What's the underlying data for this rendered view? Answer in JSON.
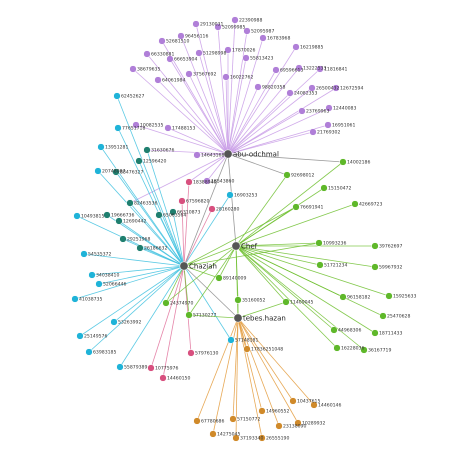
{
  "colors": {
    "background": "#ffffff",
    "edge_purple": "#c89be6",
    "edge_cyan": "#3fc1df",
    "edge_green": "#6fbf2f",
    "edge_orange": "#e39a3a",
    "edge_pink": "#e0709a",
    "edge_gray": "#888888",
    "node_purple": "#b07fd8",
    "node_cyan": "#1fb3d8",
    "node_teal": "#1f7f6f",
    "node_green": "#5fb82a",
    "node_orange": "#d08a2a",
    "node_pink": "#d8507f"
  },
  "hubs": [
    {
      "id": "h1",
      "label": "abu-odchmal"
    },
    {
      "id": "h2",
      "label": "Chaziah"
    },
    {
      "id": "h3",
      "label": "Chef"
    },
    {
      "id": "h4",
      "label": "tebes.hazan"
    }
  ],
  "nodes": [
    {
      "id": "p1",
      "label": "22390988",
      "color": "node_purple"
    },
    {
      "id": "p2",
      "label": "29130031",
      "color": "node_purple"
    },
    {
      "id": "p3",
      "label": "52099985",
      "color": "node_purple"
    },
    {
      "id": "p4",
      "label": "96456116",
      "color": "node_purple"
    },
    {
      "id": "p5",
      "label": "52681510",
      "color": "node_purple"
    },
    {
      "id": "p6",
      "label": "51298998",
      "color": "node_purple"
    },
    {
      "id": "p7",
      "label": "17870026",
      "color": "node_purple"
    },
    {
      "id": "p8",
      "label": "52095987",
      "color": "node_purple"
    },
    {
      "id": "p9",
      "label": "16783968",
      "color": "node_purple"
    },
    {
      "id": "p10",
      "label": "16219885",
      "color": "node_purple"
    },
    {
      "id": "p11",
      "label": "55813423",
      "color": "node_purple"
    },
    {
      "id": "p12",
      "label": "66330881",
      "color": "node_purple"
    },
    {
      "id": "p13",
      "label": "66653904",
      "color": "node_purple"
    },
    {
      "id": "p14",
      "label": "38679635",
      "color": "node_purple"
    },
    {
      "id": "p15",
      "label": "37567692",
      "color": "node_purple"
    },
    {
      "id": "p16",
      "label": "64061984",
      "color": "node_purple"
    },
    {
      "id": "p17",
      "label": "16022762",
      "color": "node_purple"
    },
    {
      "id": "p18",
      "label": "69596613",
      "color": "node_purple"
    },
    {
      "id": "p19",
      "label": "13222533",
      "color": "node_purple"
    },
    {
      "id": "p20",
      "label": "11816841",
      "color": "node_purple"
    },
    {
      "id": "p21",
      "label": "26500432",
      "color": "node_purple"
    },
    {
      "id": "p22",
      "label": "12672594",
      "color": "node_purple"
    },
    {
      "id": "p23",
      "label": "98820358",
      "color": "node_purple"
    },
    {
      "id": "p24",
      "label": "24082353",
      "color": "node_purple"
    },
    {
      "id": "p25",
      "label": "12440083",
      "color": "node_purple"
    },
    {
      "id": "p26",
      "label": "23769963",
      "color": "node_purple"
    },
    {
      "id": "p27",
      "label": "16951061",
      "color": "node_purple"
    },
    {
      "id": "p28",
      "label": "21769302",
      "color": "node_purple"
    },
    {
      "id": "p29",
      "label": "17488153",
      "color": "node_purple"
    },
    {
      "id": "p30",
      "label": "10082535",
      "color": "node_purple"
    },
    {
      "id": "p31",
      "label": "14643168",
      "color": "node_purple"
    },
    {
      "id": "p32",
      "label": "18543860",
      "color": "node_purple"
    },
    {
      "id": "c1",
      "label": "62452627",
      "color": "node_cyan"
    },
    {
      "id": "c2",
      "label": "77651718",
      "color": "node_cyan"
    },
    {
      "id": "c3",
      "label": "13951281",
      "color": "node_cyan"
    },
    {
      "id": "c4",
      "label": "20748087",
      "color": "node_cyan"
    },
    {
      "id": "c5",
      "label": "10493815",
      "color": "node_cyan"
    },
    {
      "id": "c6",
      "label": "54535372",
      "color": "node_cyan"
    },
    {
      "id": "c7",
      "label": "34038410",
      "color": "node_cyan"
    },
    {
      "id": "c8",
      "label": "52066446",
      "color": "node_cyan"
    },
    {
      "id": "c9",
      "label": "41038735",
      "color": "node_cyan"
    },
    {
      "id": "c10",
      "label": "53263992",
      "color": "node_cyan"
    },
    {
      "id": "c11",
      "label": "25149576",
      "color": "node_cyan"
    },
    {
      "id": "c12",
      "label": "63983185",
      "color": "node_cyan"
    },
    {
      "id": "c13",
      "label": "55879389",
      "color": "node_cyan"
    },
    {
      "id": "c14",
      "label": "16903253",
      "color": "node_cyan"
    },
    {
      "id": "c15",
      "label": "57148181",
      "color": "node_cyan"
    },
    {
      "id": "t1",
      "label": "31630676",
      "color": "node_teal"
    },
    {
      "id": "t2",
      "label": "12596420",
      "color": "node_teal"
    },
    {
      "id": "t3",
      "label": "88476327",
      "color": "node_teal"
    },
    {
      "id": "t4",
      "label": "82463536",
      "color": "node_teal"
    },
    {
      "id": "t5",
      "label": "19666736",
      "color": "node_teal"
    },
    {
      "id": "t6",
      "label": "12690442",
      "color": "node_teal"
    },
    {
      "id": "t7",
      "label": "29251968",
      "color": "node_teal"
    },
    {
      "id": "t8",
      "label": "65063564",
      "color": "node_teal"
    },
    {
      "id": "t9",
      "label": "66310873",
      "color": "node_teal"
    },
    {
      "id": "t10",
      "label": "26186632",
      "color": "node_teal"
    },
    {
      "id": "k1",
      "label": "18388940",
      "color": "node_pink"
    },
    {
      "id": "k2",
      "label": "28160280",
      "color": "node_pink"
    },
    {
      "id": "k3",
      "label": "10775976",
      "color": "node_pink"
    },
    {
      "id": "k4",
      "label": "14460150",
      "color": "node_pink"
    },
    {
      "id": "k5",
      "label": "57976130",
      "color": "node_pink"
    },
    {
      "id": "k6",
      "label": "67596820",
      "color": "node_pink"
    },
    {
      "id": "g1",
      "label": "14002186",
      "color": "node_green"
    },
    {
      "id": "g2",
      "label": "92698012",
      "color": "node_green"
    },
    {
      "id": "g3",
      "label": "15150472",
      "color": "node_green"
    },
    {
      "id": "g4",
      "label": "42669723",
      "color": "node_green"
    },
    {
      "id": "g5",
      "label": "10993236",
      "color": "node_green"
    },
    {
      "id": "g6",
      "label": "76691941",
      "color": "node_green"
    },
    {
      "id": "g7",
      "label": "39762697",
      "color": "node_green"
    },
    {
      "id": "g8",
      "label": "59967932",
      "color": "node_green"
    },
    {
      "id": "g9",
      "label": "51721234",
      "color": "node_green"
    },
    {
      "id": "g10",
      "label": "96158182",
      "color": "node_green"
    },
    {
      "id": "g11",
      "label": "15925633",
      "color": "node_green"
    },
    {
      "id": "g12",
      "label": "25470628",
      "color": "node_green"
    },
    {
      "id": "g13",
      "label": "44968306",
      "color": "node_green"
    },
    {
      "id": "g14",
      "label": "18711433",
      "color": "node_green"
    },
    {
      "id": "g15",
      "label": "16228036",
      "color": "node_green"
    },
    {
      "id": "g16",
      "label": "36167719",
      "color": "node_green"
    },
    {
      "id": "g17",
      "label": "11409045",
      "color": "node_green"
    },
    {
      "id": "g18",
      "label": "35160052",
      "color": "node_green"
    },
    {
      "id": "g19",
      "label": "24374970",
      "color": "node_green"
    },
    {
      "id": "g20",
      "label": "57130277",
      "color": "node_green"
    },
    {
      "id": "g21",
      "label": "89140009",
      "color": "node_green"
    },
    {
      "id": "o1",
      "label": "17836251048",
      "color": "node_orange"
    },
    {
      "id": "o2",
      "label": "10437615",
      "color": "node_orange"
    },
    {
      "id": "o3",
      "label": "14460146",
      "color": "node_orange"
    },
    {
      "id": "o4",
      "label": "14960552",
      "color": "node_orange"
    },
    {
      "id": "o5",
      "label": "10289932",
      "color": "node_orange"
    },
    {
      "id": "o6",
      "label": "57150772",
      "color": "node_orange"
    },
    {
      "id": "o7",
      "label": "23138090",
      "color": "node_orange"
    },
    {
      "id": "o8",
      "label": "67780686",
      "color": "node_orange"
    },
    {
      "id": "o9",
      "label": "14275045",
      "color": "node_orange"
    },
    {
      "id": "o10",
      "label": "37193340",
      "color": "node_orange"
    },
    {
      "id": "o11",
      "label": "26555190",
      "color": "node_orange"
    }
  ],
  "edges": [
    [
      "h1",
      "p1",
      "edge_purple"
    ],
    [
      "h1",
      "p2",
      "edge_purple"
    ],
    [
      "h1",
      "p3",
      "edge_purple"
    ],
    [
      "h1",
      "p4",
      "edge_purple"
    ],
    [
      "h1",
      "p5",
      "edge_purple"
    ],
    [
      "h1",
      "p6",
      "edge_purple"
    ],
    [
      "h1",
      "p7",
      "edge_purple"
    ],
    [
      "h1",
      "p8",
      "edge_purple"
    ],
    [
      "h1",
      "p9",
      "edge_purple"
    ],
    [
      "h1",
      "p10",
      "edge_purple"
    ],
    [
      "h1",
      "p11",
      "edge_purple"
    ],
    [
      "h1",
      "p12",
      "edge_purple"
    ],
    [
      "h1",
      "p13",
      "edge_purple"
    ],
    [
      "h1",
      "p14",
      "edge_purple"
    ],
    [
      "h1",
      "p15",
      "edge_purple"
    ],
    [
      "h1",
      "p16",
      "edge_purple"
    ],
    [
      "h1",
      "p17",
      "edge_purple"
    ],
    [
      "h1",
      "p18",
      "edge_purple"
    ],
    [
      "h1",
      "p19",
      "edge_purple"
    ],
    [
      "h1",
      "p20",
      "edge_purple"
    ],
    [
      "h1",
      "p21",
      "edge_purple"
    ],
    [
      "h1",
      "p22",
      "edge_purple"
    ],
    [
      "h1",
      "p23",
      "edge_purple"
    ],
    [
      "h1",
      "p24",
      "edge_purple"
    ],
    [
      "h1",
      "p25",
      "edge_purple"
    ],
    [
      "h1",
      "p26",
      "edge_purple"
    ],
    [
      "h1",
      "p27",
      "edge_purple"
    ],
    [
      "h1",
      "p28",
      "edge_purple"
    ],
    [
      "h1",
      "p29",
      "edge_purple"
    ],
    [
      "h1",
      "p30",
      "edge_purple"
    ],
    [
      "h1",
      "p31",
      "edge_purple"
    ],
    [
      "h1",
      "p32",
      "edge_purple"
    ],
    [
      "h1",
      "h2",
      "edge_gray"
    ],
    [
      "h1",
      "g1",
      "edge_gray"
    ],
    [
      "h1",
      "g2",
      "edge_gray"
    ],
    [
      "h1",
      "t1",
      "edge_purple"
    ],
    [
      "h1",
      "t4",
      "edge_purple"
    ],
    [
      "h1",
      "k1",
      "edge_purple"
    ],
    [
      "h1",
      "h3",
      "edge_gray"
    ],
    [
      "h2",
      "c1",
      "edge_cyan"
    ],
    [
      "h2",
      "c2",
      "edge_cyan"
    ],
    [
      "h2",
      "c3",
      "edge_cyan"
    ],
    [
      "h2",
      "c4",
      "edge_cyan"
    ],
    [
      "h2",
      "c5",
      "edge_cyan"
    ],
    [
      "h2",
      "c6",
      "edge_cyan"
    ],
    [
      "h2",
      "c7",
      "edge_cyan"
    ],
    [
      "h2",
      "c8",
      "edge_cyan"
    ],
    [
      "h2",
      "c9",
      "edge_cyan"
    ],
    [
      "h2",
      "c10",
      "edge_cyan"
    ],
    [
      "h2",
      "c11",
      "edge_cyan"
    ],
    [
      "h2",
      "c12",
      "edge_cyan"
    ],
    [
      "h2",
      "c13",
      "edge_cyan"
    ],
    [
      "h2",
      "c14",
      "edge_cyan"
    ],
    [
      "h2",
      "c15",
      "edge_cyan"
    ],
    [
      "h2",
      "t1",
      "edge_cyan"
    ],
    [
      "h2",
      "t2",
      "edge_cyan"
    ],
    [
      "h2",
      "t3",
      "edge_cyan"
    ],
    [
      "h2",
      "t4",
      "edge_cyan"
    ],
    [
      "h2",
      "t5",
      "edge_cyan"
    ],
    [
      "h2",
      "t6",
      "edge_cyan"
    ],
    [
      "h2",
      "t7",
      "edge_cyan"
    ],
    [
      "h2",
      "t8",
      "edge_cyan"
    ],
    [
      "h2",
      "t9",
      "edge_cyan"
    ],
    [
      "h2",
      "t10",
      "edge_cyan"
    ],
    [
      "h2",
      "k1",
      "edge_pink"
    ],
    [
      "h2",
      "k2",
      "edge_pink"
    ],
    [
      "h2",
      "k3",
      "edge_pink"
    ],
    [
      "h2",
      "k4",
      "edge_pink"
    ],
    [
      "h2",
      "k5",
      "edge_pink"
    ],
    [
      "h2",
      "k6",
      "edge_pink"
    ],
    [
      "h2",
      "h3",
      "edge_green"
    ],
    [
      "h2",
      "g5",
      "edge_green"
    ],
    [
      "h2",
      "g6",
      "edge_green"
    ],
    [
      "h2",
      "g19",
      "edge_green"
    ],
    [
      "h2",
      "g20",
      "edge_green"
    ],
    [
      "h2",
      "g21",
      "edge_green"
    ],
    [
      "h2",
      "h4",
      "edge_gray"
    ],
    [
      "h3",
      "g1",
      "edge_green"
    ],
    [
      "h3",
      "g2",
      "edge_green"
    ],
    [
      "h3",
      "g3",
      "edge_green"
    ],
    [
      "h3",
      "g4",
      "edge_green"
    ],
    [
      "h3",
      "g5",
      "edge_green"
    ],
    [
      "h3",
      "g6",
      "edge_green"
    ],
    [
      "h3",
      "g7",
      "edge_green"
    ],
    [
      "h3",
      "g8",
      "edge_green"
    ],
    [
      "h3",
      "g9",
      "edge_green"
    ],
    [
      "h3",
      "g10",
      "edge_green"
    ],
    [
      "h3",
      "g11",
      "edge_green"
    ],
    [
      "h3",
      "g12",
      "edge_green"
    ],
    [
      "h3",
      "g13",
      "edge_green"
    ],
    [
      "h3",
      "g14",
      "edge_green"
    ],
    [
      "h3",
      "g15",
      "edge_green"
    ],
    [
      "h3",
      "g16",
      "edge_green"
    ],
    [
      "h3",
      "g17",
      "edge_green"
    ],
    [
      "h3",
      "g18",
      "edge_green"
    ],
    [
      "h3",
      "g19",
      "edge_green"
    ],
    [
      "h3",
      "g20",
      "edge_green"
    ],
    [
      "h3",
      "g21",
      "edge_green"
    ],
    [
      "h3",
      "h4",
      "edge_green"
    ],
    [
      "h4",
      "o1",
      "edge_orange"
    ],
    [
      "h4",
      "o2",
      "edge_orange"
    ],
    [
      "h4",
      "o3",
      "edge_orange"
    ],
    [
      "h4",
      "o4",
      "edge_orange"
    ],
    [
      "h4",
      "o5",
      "edge_orange"
    ],
    [
      "h4",
      "o6",
      "edge_orange"
    ],
    [
      "h4",
      "o7",
      "edge_orange"
    ],
    [
      "h4",
      "o8",
      "edge_orange"
    ],
    [
      "h4",
      "o9",
      "edge_orange"
    ],
    [
      "h4",
      "o10",
      "edge_orange"
    ],
    [
      "h4",
      "o11",
      "edge_orange"
    ],
    [
      "h4",
      "g17",
      "edge_green"
    ],
    [
      "h4",
      "g18",
      "edge_green"
    ],
    [
      "h4",
      "g20",
      "edge_green"
    ]
  ]
}
